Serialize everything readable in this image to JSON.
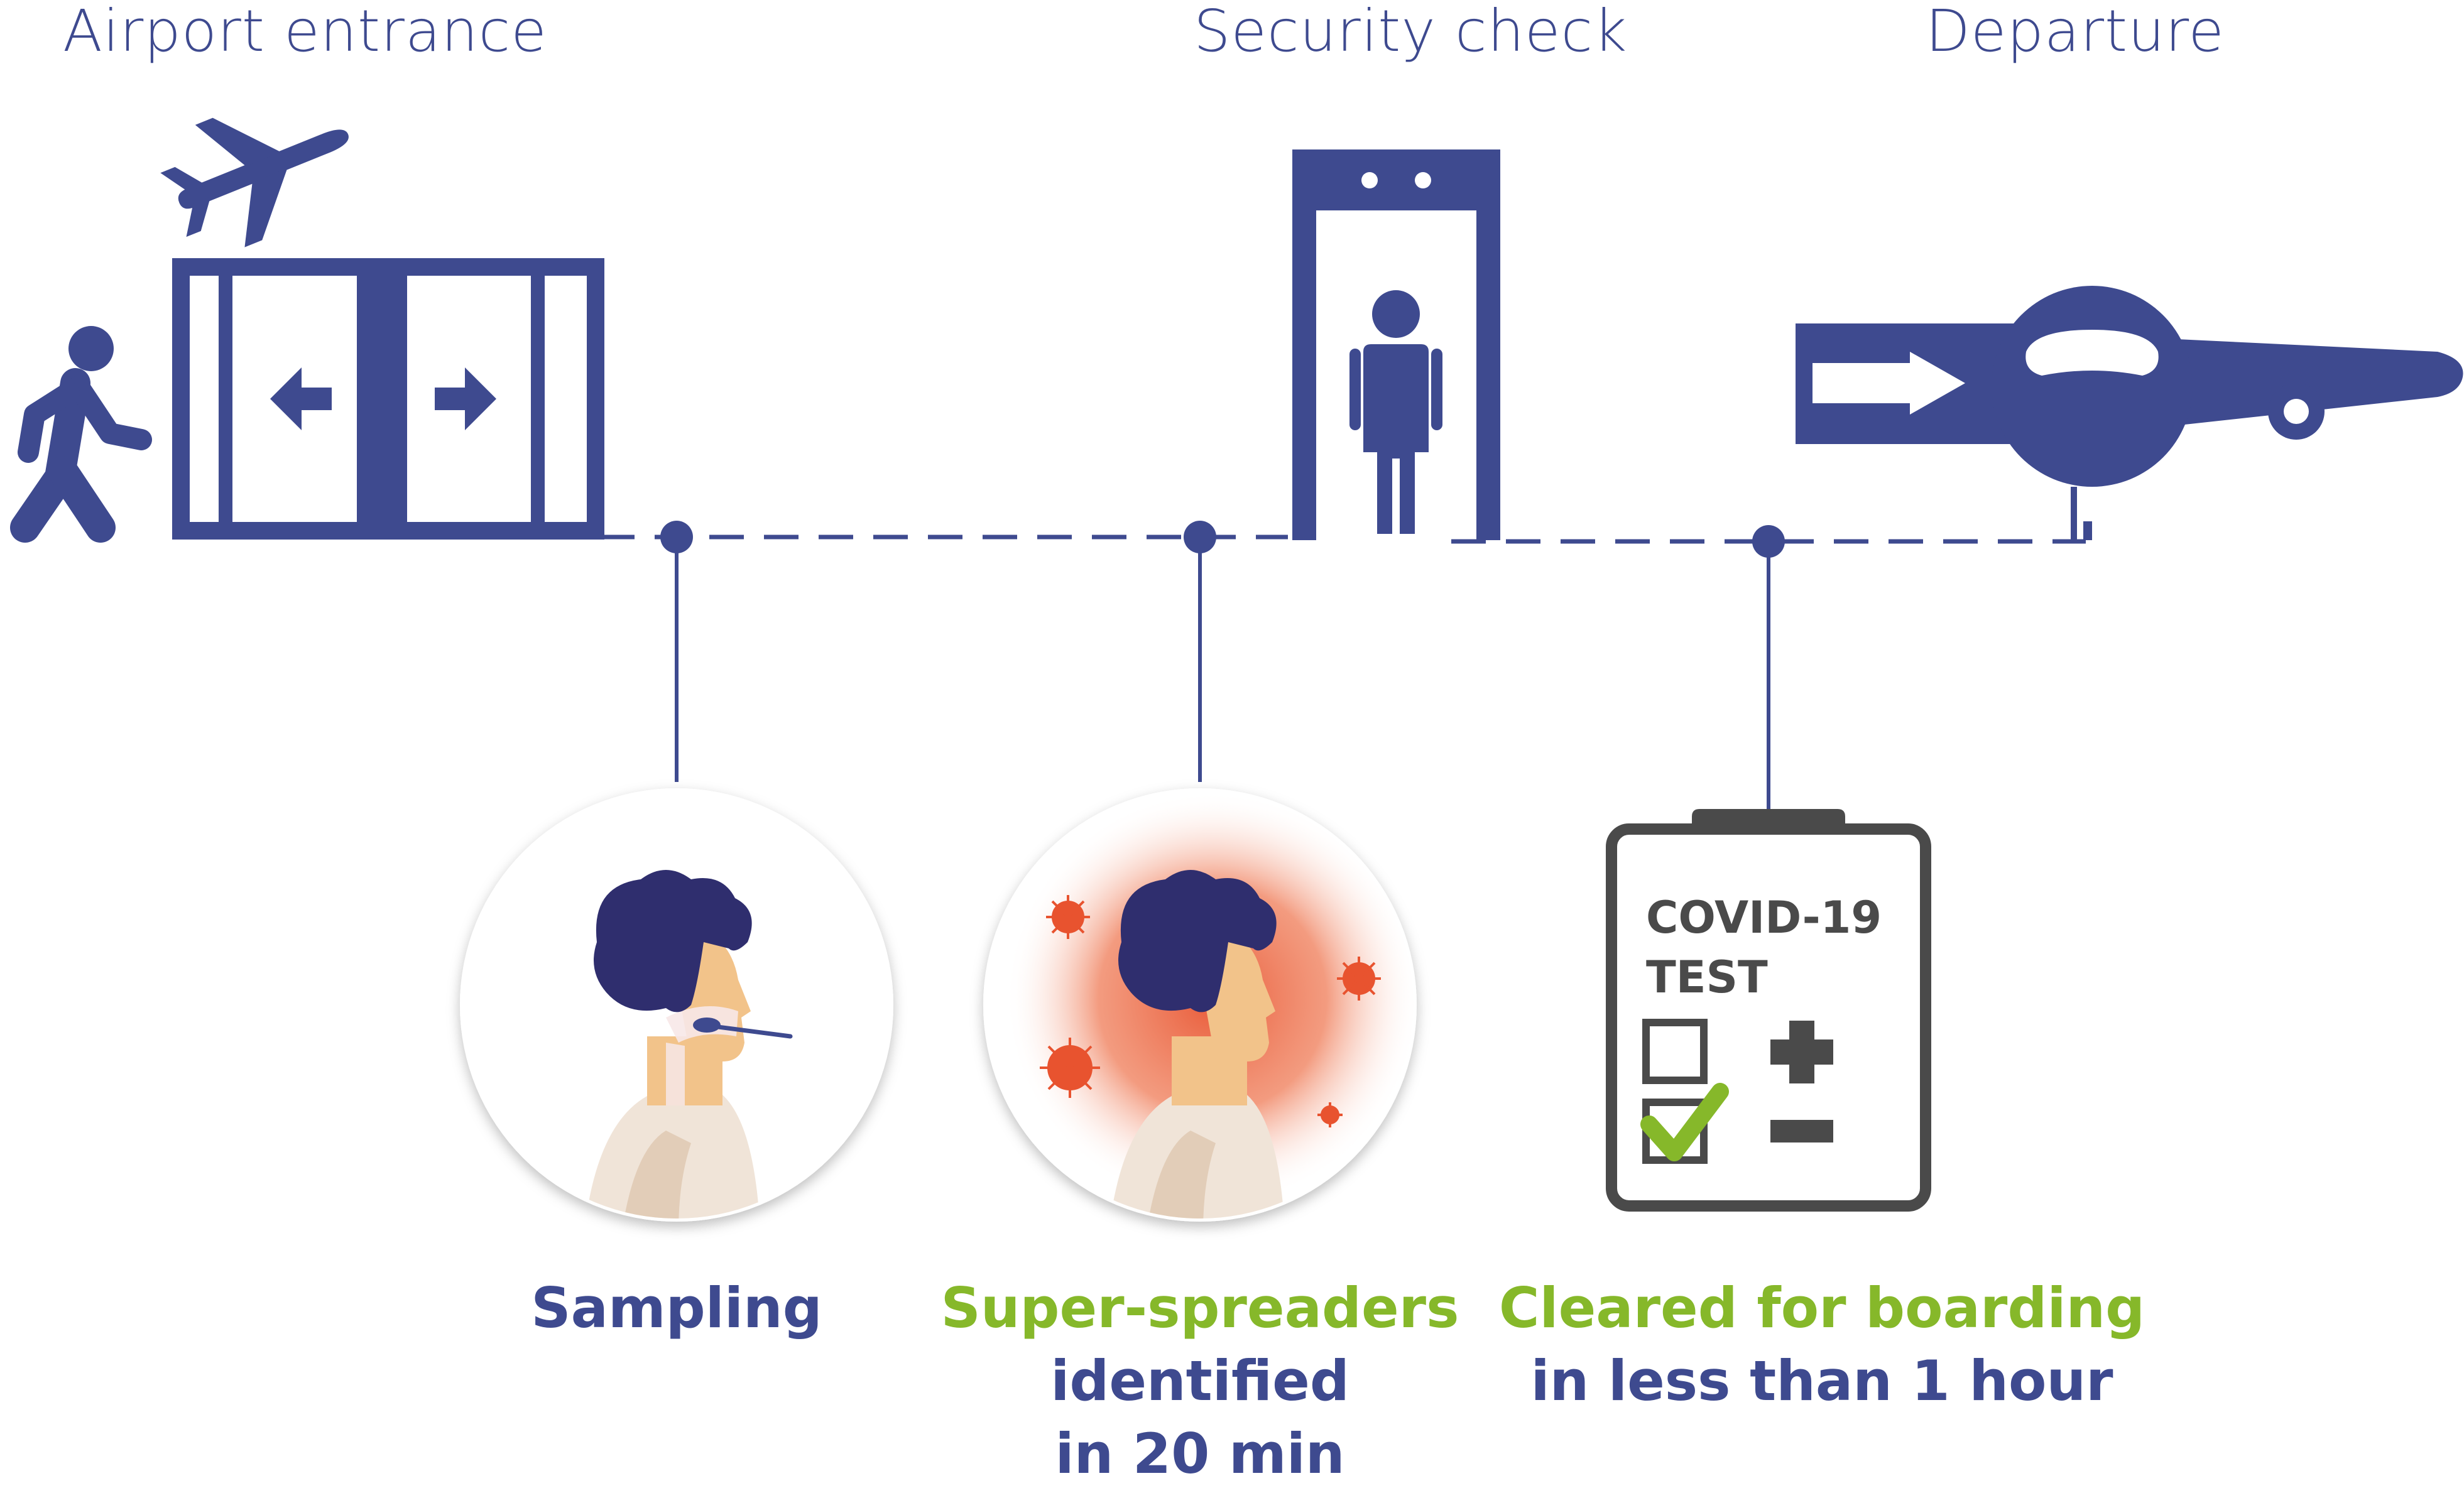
{
  "stages": {
    "airport_entrance": "Airport entrance",
    "security_check": "Security check",
    "departure": "Departure"
  },
  "steps": {
    "sampling": {
      "label": "Sampling"
    },
    "super_spreaders": {
      "line1": "Super-spreaders",
      "line2": "identified",
      "line3": "in 20 min"
    },
    "cleared": {
      "line1": "Cleared for boarding",
      "line2": "in less than 1 hour"
    }
  },
  "test_card": {
    "line1": "COVID-19",
    "line2": "TEST",
    "positive_symbol": "+",
    "negative_symbol": "−",
    "checked": "negative"
  },
  "icons": [
    "walking-person-icon",
    "airplane-icon",
    "sliding-door-icon",
    "security-scanner-icon",
    "airplane-front-icon",
    "swab-sampling-icon",
    "infected-person-icon",
    "clipboard-icon",
    "check-icon"
  ],
  "colors": {
    "primary": "#3e4a8f",
    "accent_green": "#86b82a",
    "virus": "#e8532f",
    "skin": "#f2c38a",
    "hair": "#2f2e6e",
    "card_gray": "#4a4a4a"
  }
}
